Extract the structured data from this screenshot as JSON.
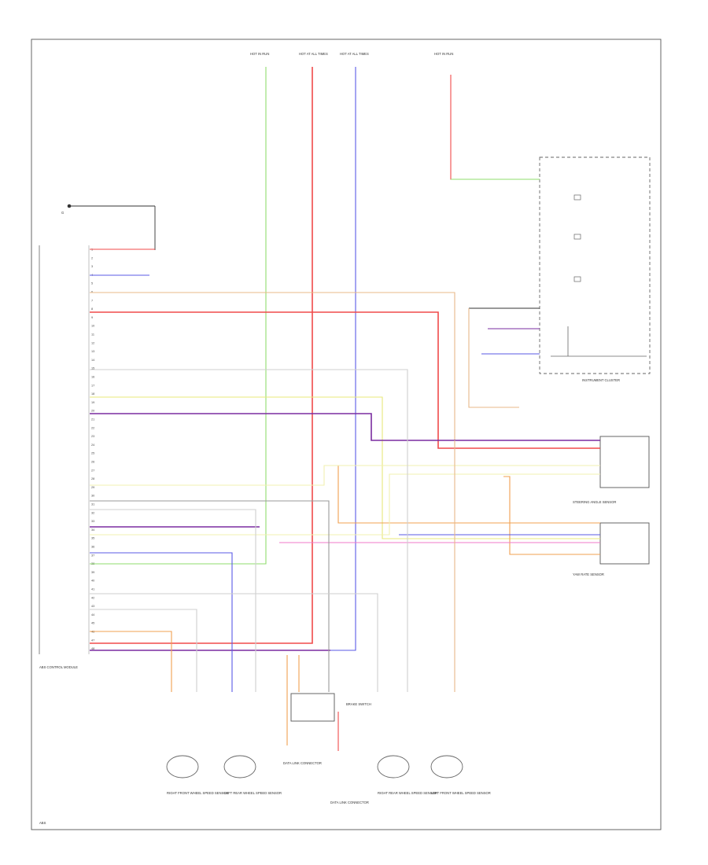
{
  "colors": {
    "red": "#f04a4a",
    "green": "#8fdc6e",
    "blue": "#5a5ae6",
    "purple": "#7a2ca0",
    "yellow": "#e8e87a",
    "light_yellow": "#f2f0b0",
    "tan": "#e8b98a",
    "orange": "#f0a050",
    "pink": "#f27ac8",
    "gray": "#9a9a9a",
    "white_wire": "#cfcfcf",
    "black": "#333333"
  },
  "labels": {
    "top": [
      {
        "id": "fuse_1",
        "text": "HOT IN RUN"
      },
      {
        "id": "fuse_2",
        "text": "HOT AT ALL TIMES"
      },
      {
        "id": "fuse_3",
        "text": "HOT AT ALL TIMES"
      },
      {
        "id": "fuse_4",
        "text": "HOT IN RUN"
      }
    ],
    "ground_top": "G",
    "module_name": "ABS CONTROL MODULE",
    "instrument_cluster": "INSTRUMENT CLUSTER",
    "steering_sensor": "STEERING ANGLE SENSOR",
    "yaw_sensor": "YAW RATE SENSOR",
    "brake_switch": "BRAKE SWITCH",
    "data_link_1": "DATA LINK CONNECTOR",
    "data_link_2": "DATA LINK CONNECTOR",
    "footer": "ABS"
  },
  "wheel_sensors": [
    {
      "id": "rf",
      "text": "RIGHT FRONT WHEEL SPEED SENSOR"
    },
    {
      "id": "lr",
      "text": "LEFT REAR WHEEL SPEED SENSOR"
    },
    {
      "id": "rr",
      "text": "RIGHT REAR WHEEL SPEED SENSOR"
    },
    {
      "id": "lf",
      "text": "LEFT FRONT WHEEL SPEED SENSOR"
    }
  ]
}
